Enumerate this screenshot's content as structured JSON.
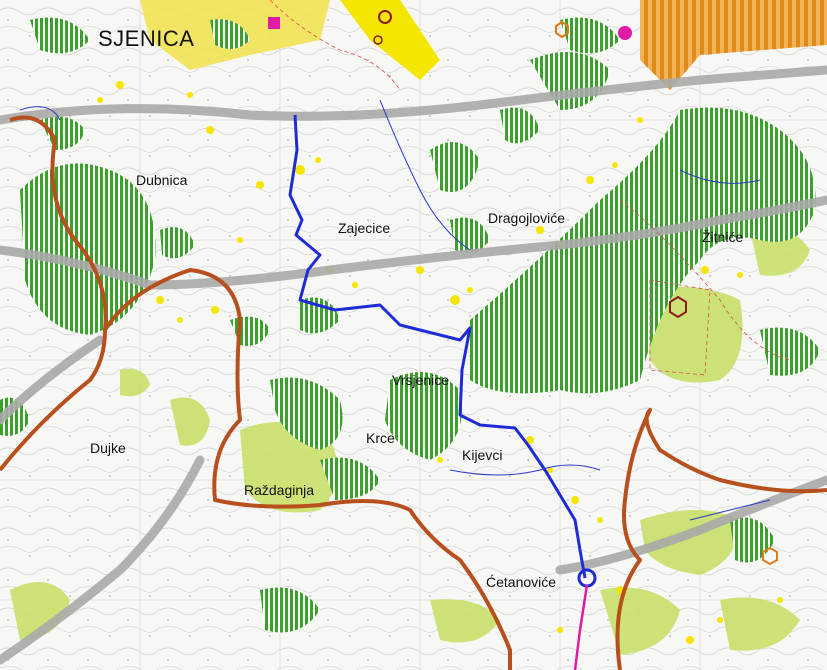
{
  "map": {
    "places": {
      "sjenica": "SJENICA",
      "dubnica": "Dubnica",
      "zajecice": "Zajecice",
      "dragojlovice": "Dragojloviće",
      "zitnice": "Žitniće",
      "vrsjenice": "Vrsjenice",
      "krce": "Krce",
      "kijevci": "Kijevci",
      "dujke": "Dujke",
      "razdaginja": "Raždaginja",
      "cetanovice": "Ćetanoviće"
    },
    "colors": {
      "forest": "#3aa12a",
      "meadow": "#c8e06a",
      "settlement": "#f5e600",
      "border": "#b8501d",
      "road": "#a9a9a9",
      "route": "#1f2bd6",
      "stream": "#2a38c8",
      "urban": "#f2e24a",
      "quarry": "#e08b18",
      "magenta": "#e11aa8"
    }
  }
}
